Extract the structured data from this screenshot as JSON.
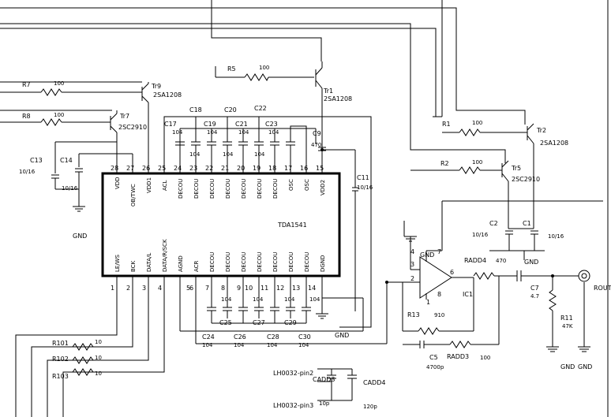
{
  "ic_main": {
    "name": "TDA1541",
    "top_pins": [
      {
        "num": "28",
        "name": "VDD"
      },
      {
        "num": "27",
        "name": "OB/TWC"
      },
      {
        "num": "26",
        "name": "VDD1"
      },
      {
        "num": "25",
        "name": "ACL"
      },
      {
        "num": "24",
        "name": "DECOU"
      },
      {
        "num": "23",
        "name": "DECOU"
      },
      {
        "num": "22",
        "name": "DECOU"
      },
      {
        "num": "21",
        "name": "DECOU"
      },
      {
        "num": "20",
        "name": "DECOU"
      },
      {
        "num": "19",
        "name": "DECOU"
      },
      {
        "num": "18",
        "name": "DECOU"
      },
      {
        "num": "17",
        "name": "OSC"
      },
      {
        "num": "16",
        "name": "OSC"
      },
      {
        "num": "15",
        "name": "VDD2"
      }
    ],
    "bottom_pins": [
      {
        "num": "1",
        "name": "LE/WS"
      },
      {
        "num": "2",
        "name": "BCK"
      },
      {
        "num": "3",
        "name": "DATA/L"
      },
      {
        "num": "4",
        "name": "DATA/R/SCK"
      },
      {
        "num": "5",
        "name": "AGND"
      },
      {
        "num": "6",
        "name": "ACR"
      },
      {
        "num": "7",
        "name": "DECOU"
      },
      {
        "num": "8",
        "name": "DECOU"
      },
      {
        "num": "9",
        "name": "DECOU"
      },
      {
        "num": "10",
        "name": "DECOU"
      },
      {
        "num": "11",
        "name": "DECOU"
      },
      {
        "num": "12",
        "name": "DECOU"
      },
      {
        "num": "13",
        "name": "DECOU"
      },
      {
        "num": "14",
        "name": "DGND"
      }
    ]
  },
  "labels": {
    "r5": "R5",
    "r5v": "100",
    "r7": "R7",
    "r7v": "100",
    "r8": "R8",
    "r8v": "100",
    "tr9": "Tr9",
    "tr9t": "2SA1208",
    "tr7": "Tr7",
    "tr7t": "2SC2910",
    "tr1": "Tr1",
    "tr1t": "2SA1208",
    "r1": "R1",
    "r1v": "100",
    "tr2": "Tr2",
    "tr2t": "2SA1208",
    "r2": "R2",
    "r2v": "100",
    "tr5": "Tr5",
    "tr5t": "2SC2910",
    "c13": "C13",
    "c13v": "10/16",
    "c14": "C14",
    "c14v": "10/16",
    "gnd1": "GND",
    "c17": "C17",
    "c17v": "104",
    "c18": "C18",
    "c18v": "104",
    "c19": "C19",
    "c19v": "104",
    "c20": "C20",
    "c20v": "104",
    "c21": "C21",
    "c21v": "104",
    "c22": "C22",
    "c22v": "104",
    "c23": "C23",
    "c23v": "104",
    "c9": "C9",
    "c9v": "470",
    "c11": "C11",
    "c11v": "10/16",
    "c2": "C2",
    "c2v": "10/16",
    "c1": "C1",
    "c1v": "10/16",
    "v470": "470",
    "gnd2": "GND",
    "gnd3": "GND",
    "radd4": "RADD4",
    "ic1": "IC1",
    "c7": "C7",
    "c7v": "4.7",
    "r11": "R11",
    "r11v": "47K",
    "rout": "ROUT",
    "gnd4": "GND",
    "gnd5": "GND",
    "r13": "R13",
    "r13v": "910",
    "c5": "C5",
    "c5v": "4700p",
    "radd3": "RADD3",
    "radd3v": "100",
    "c24": "C24",
    "c24v": "104",
    "c25": "C25",
    "c26": "C26",
    "c26v": "104",
    "c27": "C27",
    "c28": "C28",
    "c28v": "104",
    "c29": "C29",
    "c30": "C30",
    "c30v": "104",
    "v104a": "104",
    "v104b": "104",
    "v104c": "104",
    "v104d": "104",
    "gnd6": "GND",
    "r101": "R101",
    "r101v": "10",
    "r102": "R102",
    "r102v": "10",
    "r103": "R103",
    "r103v": "10",
    "lh2": "LH0032-pin2",
    "lh3": "LH0032-pin3",
    "cadd3": "CADD3",
    "cadd3v": "10p",
    "cadd4": "CADD4",
    "cadd4v": "120p",
    "op4": "4",
    "op3": "3",
    "op2": "2",
    "op7": "7",
    "op6": "6",
    "op8": "8",
    "op1": "1",
    "gnd7": "GND"
  }
}
